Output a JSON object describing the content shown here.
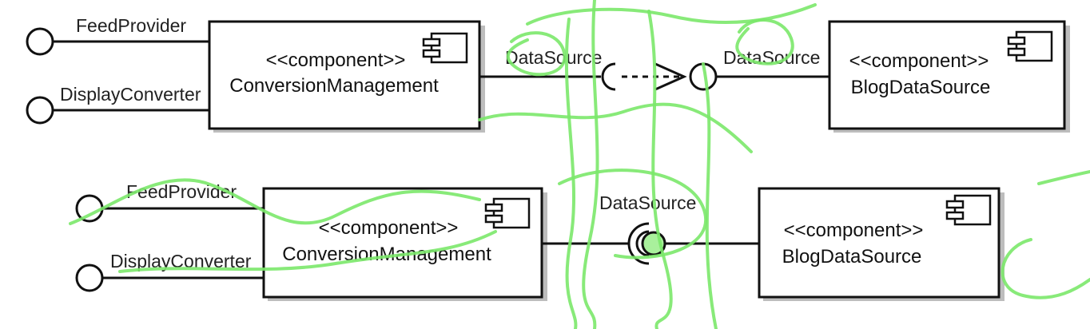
{
  "top_diagram": {
    "provided_interfaces": [
      "FeedProvider",
      "DisplayConverter"
    ],
    "left_component": {
      "stereotype": "<<component>>",
      "name": "ConversionManagement"
    },
    "required_interface_label": "DataSource",
    "provided_interface_label": "DataSource",
    "right_component": {
      "stereotype": "<<component>>",
      "name": "BlogDataSource"
    }
  },
  "bottom_diagram": {
    "provided_interfaces": [
      "FeedProvider",
      "DisplayConverter"
    ],
    "left_component": {
      "stereotype": "<<component>>",
      "name": "ConversionManagement"
    },
    "assembly_label": "DataSource",
    "right_component": {
      "stereotype": "<<component>>",
      "name": "BlogDataSource"
    }
  },
  "colors": {
    "line": "#111111",
    "annotation": "#7be86a",
    "shadow": "#bdbdbd"
  }
}
